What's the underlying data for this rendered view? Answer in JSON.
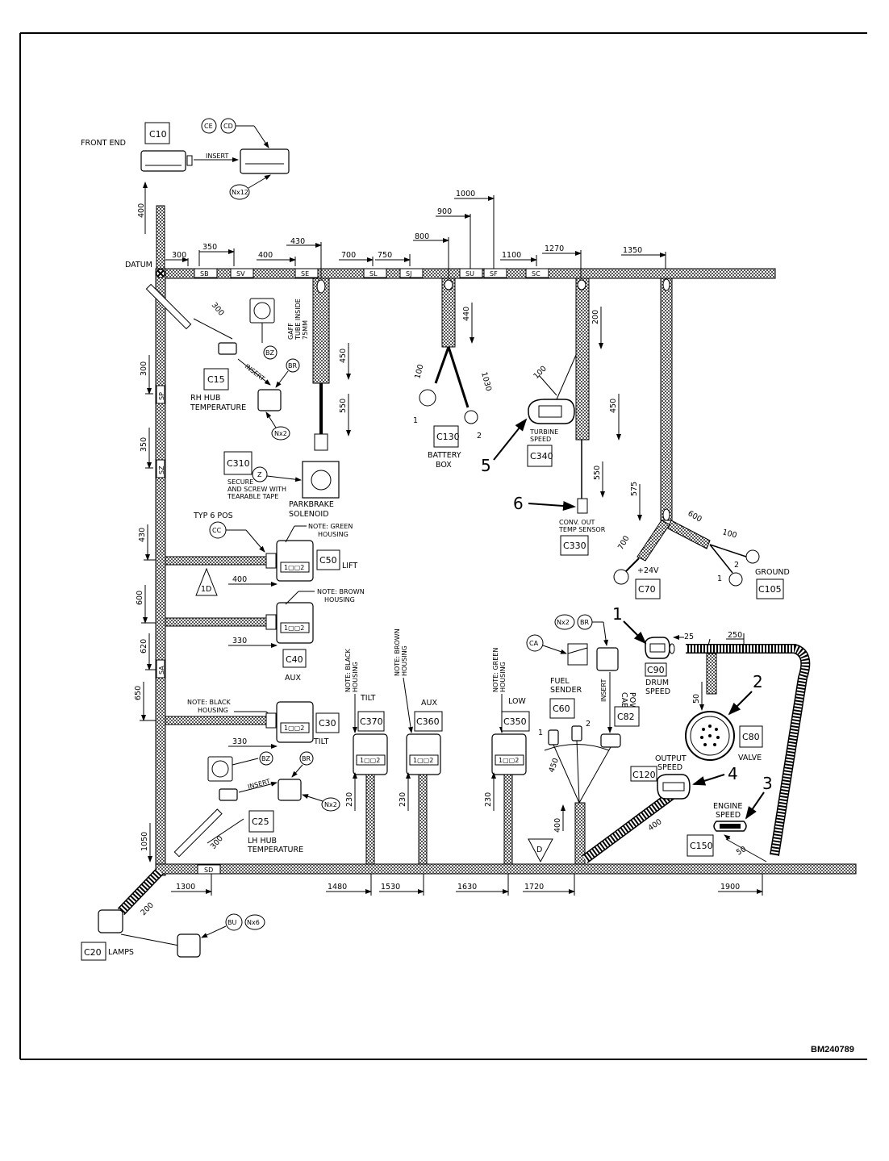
{
  "document_code": "BM240789",
  "datum_label": "DATUM",
  "connectors": {
    "C10": {
      "id": "C10",
      "name": "FRONT END"
    },
    "C15": {
      "id": "C15",
      "name": "RH HUB",
      "name2": "TEMPERATURE"
    },
    "C20": {
      "id": "C20",
      "name": "LAMPS"
    },
    "C25": {
      "id": "C25",
      "name": "LH HUB",
      "name2": "TEMPERATURE"
    },
    "C30": {
      "id": "C30",
      "name": "TILT",
      "note": "NOTE: BLACK",
      "note2": "HOUSING"
    },
    "C40": {
      "id": "C40",
      "name": "AUX",
      "note": "NOTE: BROWN",
      "note2": "HOUSING"
    },
    "C50": {
      "id": "C50",
      "name": "LIFT",
      "note": "NOTE: GREEN",
      "note2": "HOUSING",
      "typ": "TYP 6 POS"
    },
    "C60": {
      "id": "C60",
      "name": "FUEL",
      "name2": "SENDER"
    },
    "C70": {
      "id": "C70",
      "name": "+24V"
    },
    "C80": {
      "id": "C80",
      "name": "VALVE"
    },
    "C82": {
      "id": "C82",
      "name": "CAB TILT",
      "name2": "POWER"
    },
    "C90": {
      "id": "C90",
      "name": "DRUM",
      "name2": "SPEED"
    },
    "C105": {
      "id": "C105",
      "name": "GROUND"
    },
    "C120": {
      "id": "C120",
      "name": "OUTPUT",
      "name2": "SPEED"
    },
    "C130": {
      "id": "C130",
      "name": "BATTERY",
      "name2": "BOX"
    },
    "C150": {
      "id": "C150",
      "name": "ENGINE",
      "name2": "SPEED"
    },
    "C310": {
      "id": "C310",
      "name": "SECURE",
      "name2": "AND SCREW WITH",
      "name3": "TEARABLE TAPE"
    },
    "C330": {
      "id": "C330",
      "name": "CONV. OUT",
      "name2": "TEMP SENSOR"
    },
    "C340": {
      "id": "C340",
      "name": "TURBINE",
      "name2": "SPEED"
    },
    "C350": {
      "id": "C350",
      "name": "LOW",
      "note": "NOTE: GREEN",
      "note2": "HOUSING"
    },
    "C360": {
      "id": "C360",
      "name": "AUX",
      "note": "NOTE: BROWN",
      "note2": "HOUSING"
    },
    "C370": {
      "id": "C370",
      "name": "TILT",
      "note": "NOTE: BLACK",
      "note2": "HOUSING"
    }
  },
  "parkbrake": {
    "name": "PARKBRAKE",
    "name2": "SOLENOID",
    "tube": "75MM",
    "tube2": "TUBE INSIDE",
    "tube3": "GAFF"
  },
  "labels": {
    "insert": "INSERT",
    "ce": "CE",
    "cd": "CD",
    "nx12": "Nx12",
    "bz": "BZ",
    "br": "BR",
    "nx2": "Nx2",
    "z": "Z",
    "cc": "CC",
    "ca": "CA",
    "bu": "BU",
    "nx6": "Nx6",
    "tag_1d": "1D",
    "tag_d": "D",
    "pin1": "1",
    "pin2": "2"
  },
  "sleeves": {
    "sb": "SB",
    "sv": "SV",
    "se": "SE",
    "sl": "SL",
    "sj": "SJ",
    "su": "SU",
    "sf": "SF",
    "sc": "SC",
    "sp": "SP",
    "sz": "SZ",
    "sa": "SA",
    "sd": "SD"
  },
  "callouts": [
    "1",
    "2",
    "3",
    "4",
    "5",
    "6"
  ],
  "dims": {
    "d300": "300",
    "d350": "350",
    "d400": "400",
    "d430": "430",
    "d700": "700",
    "d750": "750",
    "d800": "800",
    "d900": "900",
    "d1000": "1000",
    "d1100": "1100",
    "d1270": "1270",
    "d1350": "1350",
    "v400": "400",
    "v300": "300",
    "v350": "350",
    "v430": "430",
    "v600": "600",
    "v620": "620",
    "v650": "650",
    "v1050": "1050",
    "c15_300": "300",
    "pb450": "450",
    "pb550": "550",
    "b440": "440",
    "b100": "100",
    "b1030": "1030",
    "t100": "100",
    "t200": "200",
    "t450": "450",
    "t550": "550",
    "g575": "575",
    "g600": "600",
    "g100": "100",
    "g700": "700",
    "l400": "400",
    "l330a": "330",
    "l330b": "330",
    "h230a": "230",
    "h230b": "230",
    "h230c": "230",
    "lh300": "300",
    "lamp200": "200",
    "b1300": "1300",
    "b1480": "1480",
    "b1530": "1530",
    "b1630": "1630",
    "b1720": "1720",
    "b1900": "1900",
    "r25": "25",
    "r250": "250",
    "r50": "50",
    "f450": "450",
    "f400": "400",
    "o400": "400",
    "e50": "50"
  }
}
